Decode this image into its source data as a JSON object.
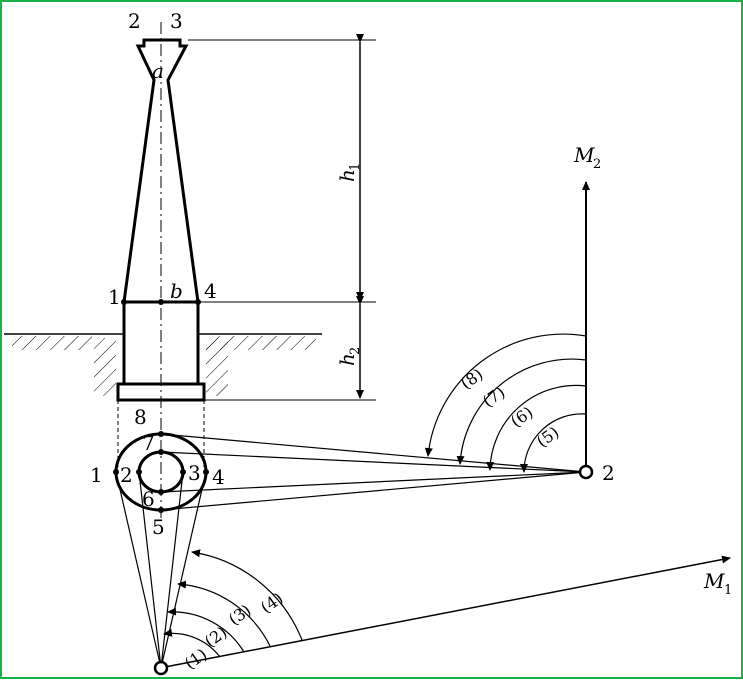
{
  "diagram": {
    "top_labels": {
      "left": "2",
      "right": "3"
    },
    "point_a": "a",
    "point_b": "b",
    "mid_labels": {
      "left": "1",
      "right": "4"
    },
    "h1": {
      "main": "h",
      "sub": "1"
    },
    "h2": {
      "main": "h",
      "sub": "2"
    },
    "base_labels": {
      "n8": "8",
      "n7": "7",
      "n1": "1",
      "n2": "2",
      "n3": "3",
      "n4": "4",
      "n6": "6",
      "n5": "5"
    },
    "station2_label": "2",
    "M2": {
      "main": "M",
      "sub": "2"
    },
    "M1": {
      "main": "M",
      "sub": "1"
    },
    "circled_upper": [
      "(8)",
      "(7)",
      "(6)",
      "(5)"
    ],
    "circled_lower": [
      "(4)",
      "(3)",
      "(2)",
      "(1)"
    ]
  }
}
